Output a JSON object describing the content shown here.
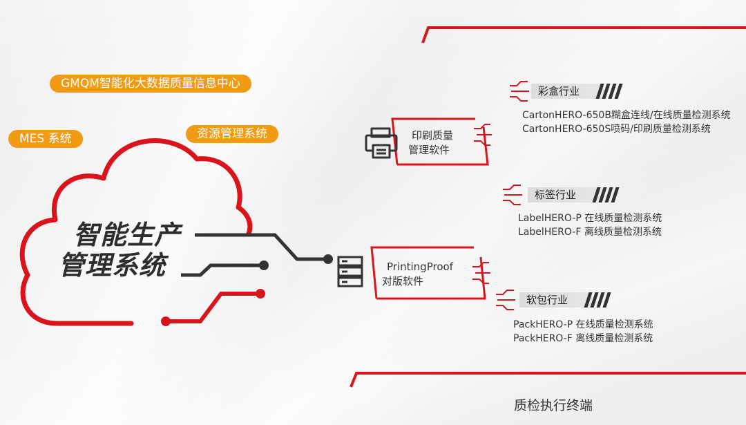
{
  "pills": {
    "gmqm": "GMQM智能化大数据质量信息中心",
    "mes": "MES 系统",
    "resource": "资源管理系统"
  },
  "cloud": {
    "line1": "智能生产",
    "line2": "管理系统"
  },
  "software": {
    "print_quality": {
      "line1": "印刷质量",
      "line2": "管理软件"
    },
    "printing_proof": {
      "line1": "PrintingProof",
      "line2": "对版软件"
    }
  },
  "industries": [
    {
      "tag": "彩盒行业",
      "products": [
        "CartonHERO-650B糊盒连线/在线质量检测系统",
        "CartonHERO-650S喷码/印刷质量检测系统"
      ]
    },
    {
      "tag": "标签行业",
      "products": [
        "LabelHERO-P 在线质量检测系统",
        "LabelHERO-F 离线质量检测系统"
      ]
    },
    {
      "tag": "软包行业",
      "products": [
        "PackHERO-P 在线质量检测系统",
        "PackHERO-F 离线质量检测系统"
      ]
    }
  ],
  "footer": "质检执行终端",
  "colors": {
    "accent_red": "#d9141c",
    "pill_orange": "#f19a14",
    "dark": "#333333"
  },
  "icons": [
    "printer-icon",
    "server-icon",
    "circuit-icon"
  ]
}
